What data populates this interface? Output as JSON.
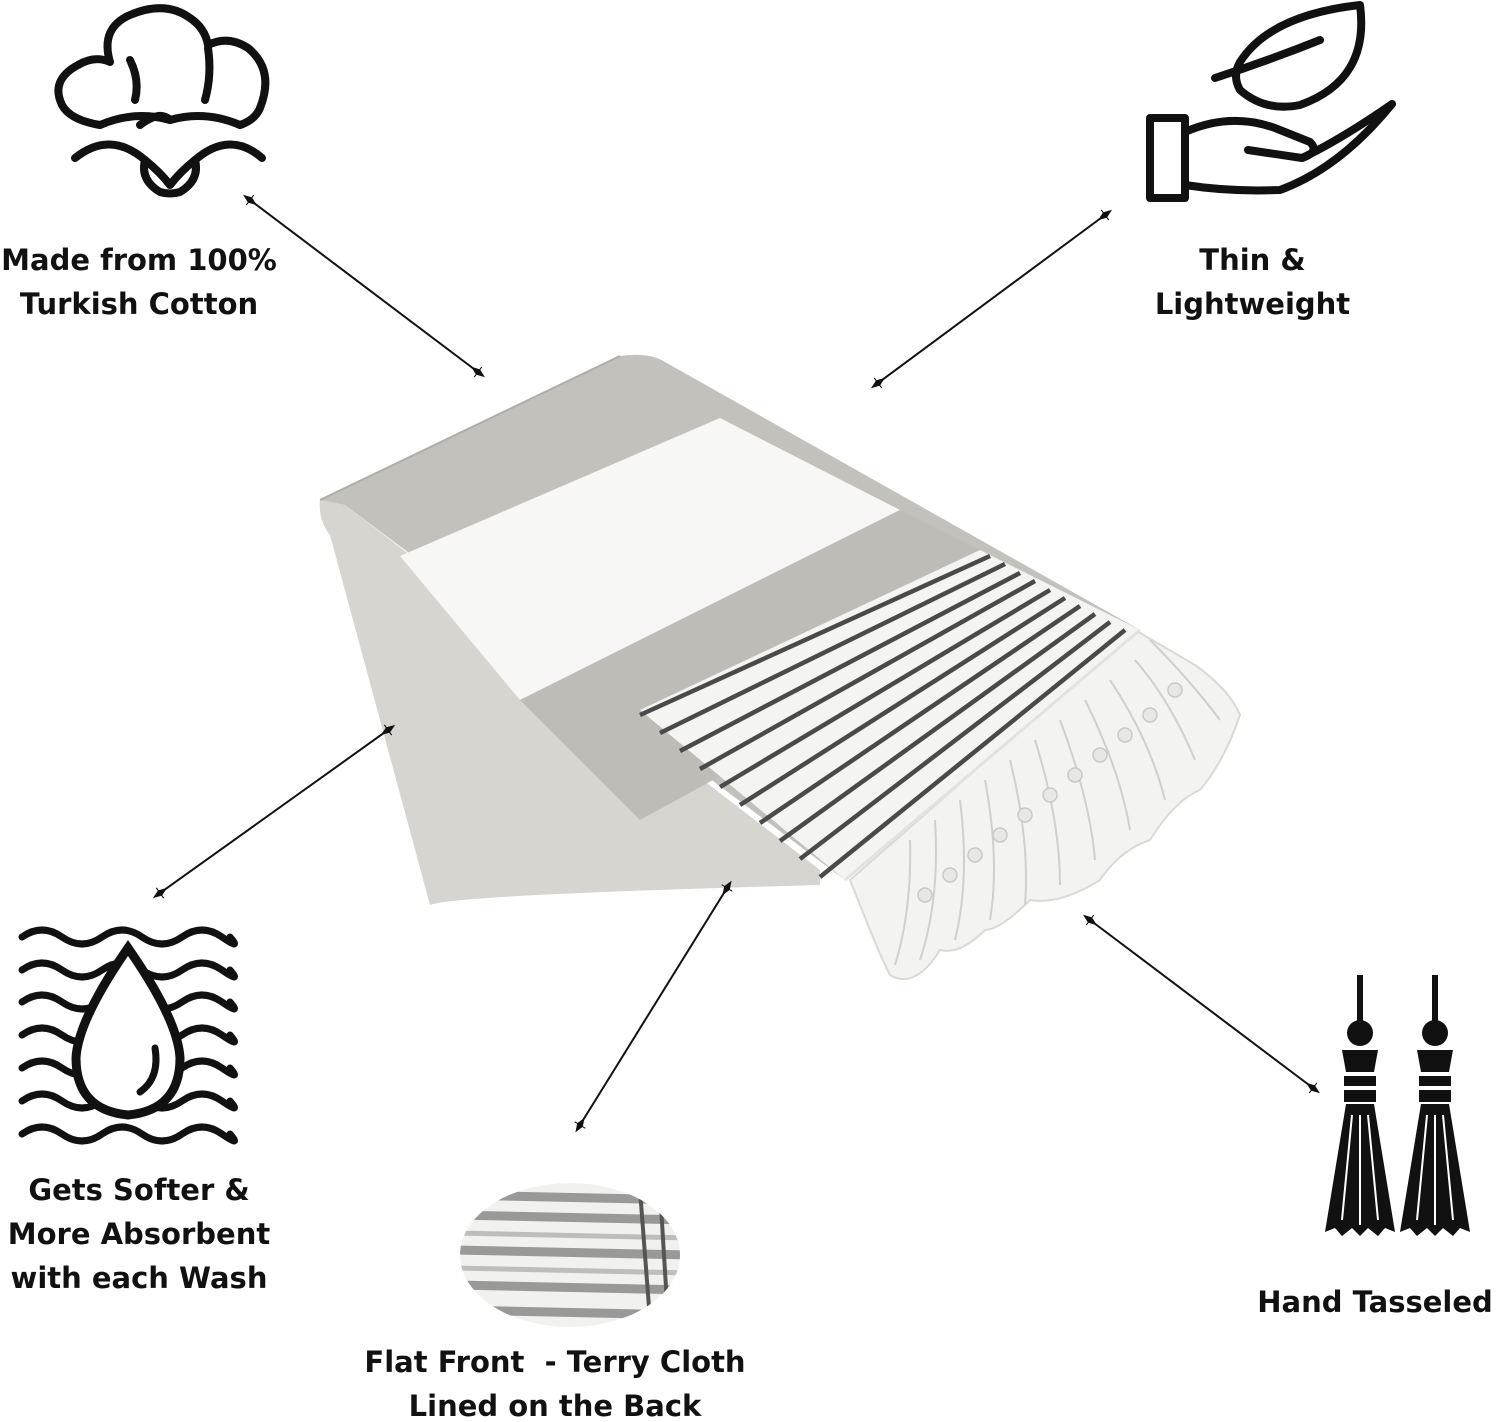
{
  "features": {
    "cotton": {
      "line1": "Made from 100%",
      "line2": "Turkish Cotton",
      "icon": "cotton-boll-icon"
    },
    "light": {
      "line1": "Thin &",
      "line2": "Lightweight",
      "icon": "hand-leaf-icon"
    },
    "soft": {
      "line1": "Gets Softer &",
      "line2": "More Absorbent",
      "line3": "with each Wash",
      "icon": "water-drop-waves-icon"
    },
    "terry": {
      "line1": "Flat Front  - Terry Cloth",
      "line2": "Lined on the Back",
      "icon": "terry-fabric-swatch"
    },
    "tassel": {
      "line1": "Hand Tasseled",
      "icon": "tassels-icon"
    }
  },
  "colors": {
    "ink": "#111111",
    "towel_gray": "#c2c1bb",
    "towel_white": "#f7f7f5",
    "stripe_dark": "#4a4a4a"
  }
}
